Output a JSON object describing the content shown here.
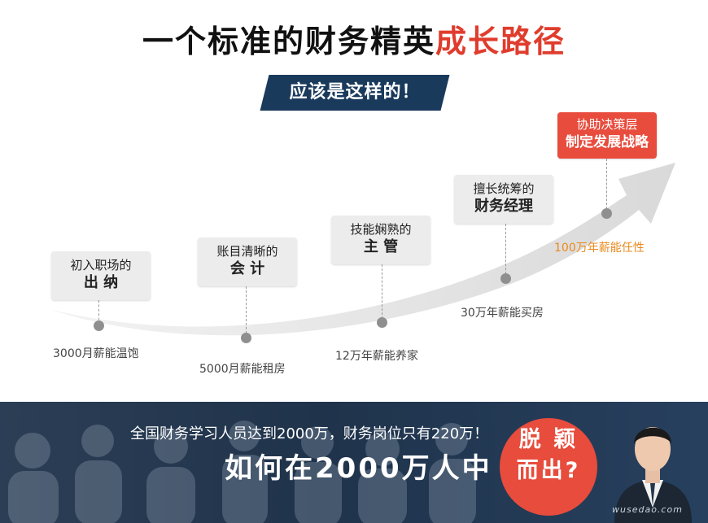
{
  "header": {
    "title_main": "一个标准的财务精英",
    "title_highlight": "成长路径",
    "banner": "应该是这样的！"
  },
  "stages": [
    {
      "line1": "初入职场的",
      "line2": "出 纳",
      "salary": "3000月薪能温饱"
    },
    {
      "line1": "账目清晰的",
      "line2": "会 计",
      "salary": "5000月薪能租房"
    },
    {
      "line1": "技能娴熟的",
      "line2": "主 管",
      "salary": "12万年薪能养家"
    },
    {
      "line1": "擅长统筹的",
      "line2": "财务经理",
      "salary": "30万年薪能买房"
    },
    {
      "line1": "协助决策层",
      "line2": "制定发展战略",
      "salary": "100万年薪能任性"
    }
  ],
  "bottom": {
    "line1": "全国财务学习人员达到2000万，财务岗位只有220万！",
    "line2": "如何在2000万人中",
    "circle_line1": "脱 颖",
    "circle_line2": "而出?"
  },
  "watermark": "wusedao.com",
  "colors": {
    "accent": "#e03c2d",
    "banner": "#1a3a5c",
    "highlight_salary": "#e9891d",
    "band": "#1f334b"
  }
}
